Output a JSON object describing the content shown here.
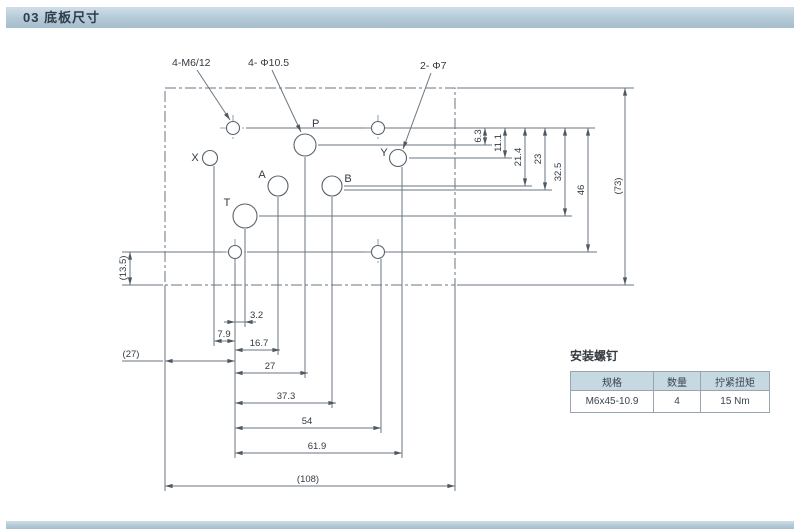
{
  "header": {
    "title": "03 底板尺寸"
  },
  "drawing": {
    "callouts": {
      "mounting": "4-M6/12",
      "main_ports": "4- Φ10.5",
      "pilot_ports": "2- Φ7"
    },
    "ports": {
      "x": "X",
      "p": "P",
      "a": "A",
      "b": "B",
      "t": "T",
      "y": "Y"
    },
    "dims_right": [
      "6.3",
      "11.1",
      "21.4",
      "23",
      "32.5",
      "46",
      "(73)"
    ],
    "dim_left_height": "(13.5)",
    "dims_bottom": [
      "3.2",
      "7.9",
      "16.7",
      "(27)",
      "27",
      "37.3",
      "54",
      "61.9",
      "(108)"
    ]
  },
  "screw_table": {
    "title": "安装螺钉",
    "headers": [
      "规格",
      "数量",
      "拧紧扭矩"
    ],
    "rows": [
      [
        "M6x45-10.9",
        "4",
        "15 Nm"
      ]
    ]
  }
}
